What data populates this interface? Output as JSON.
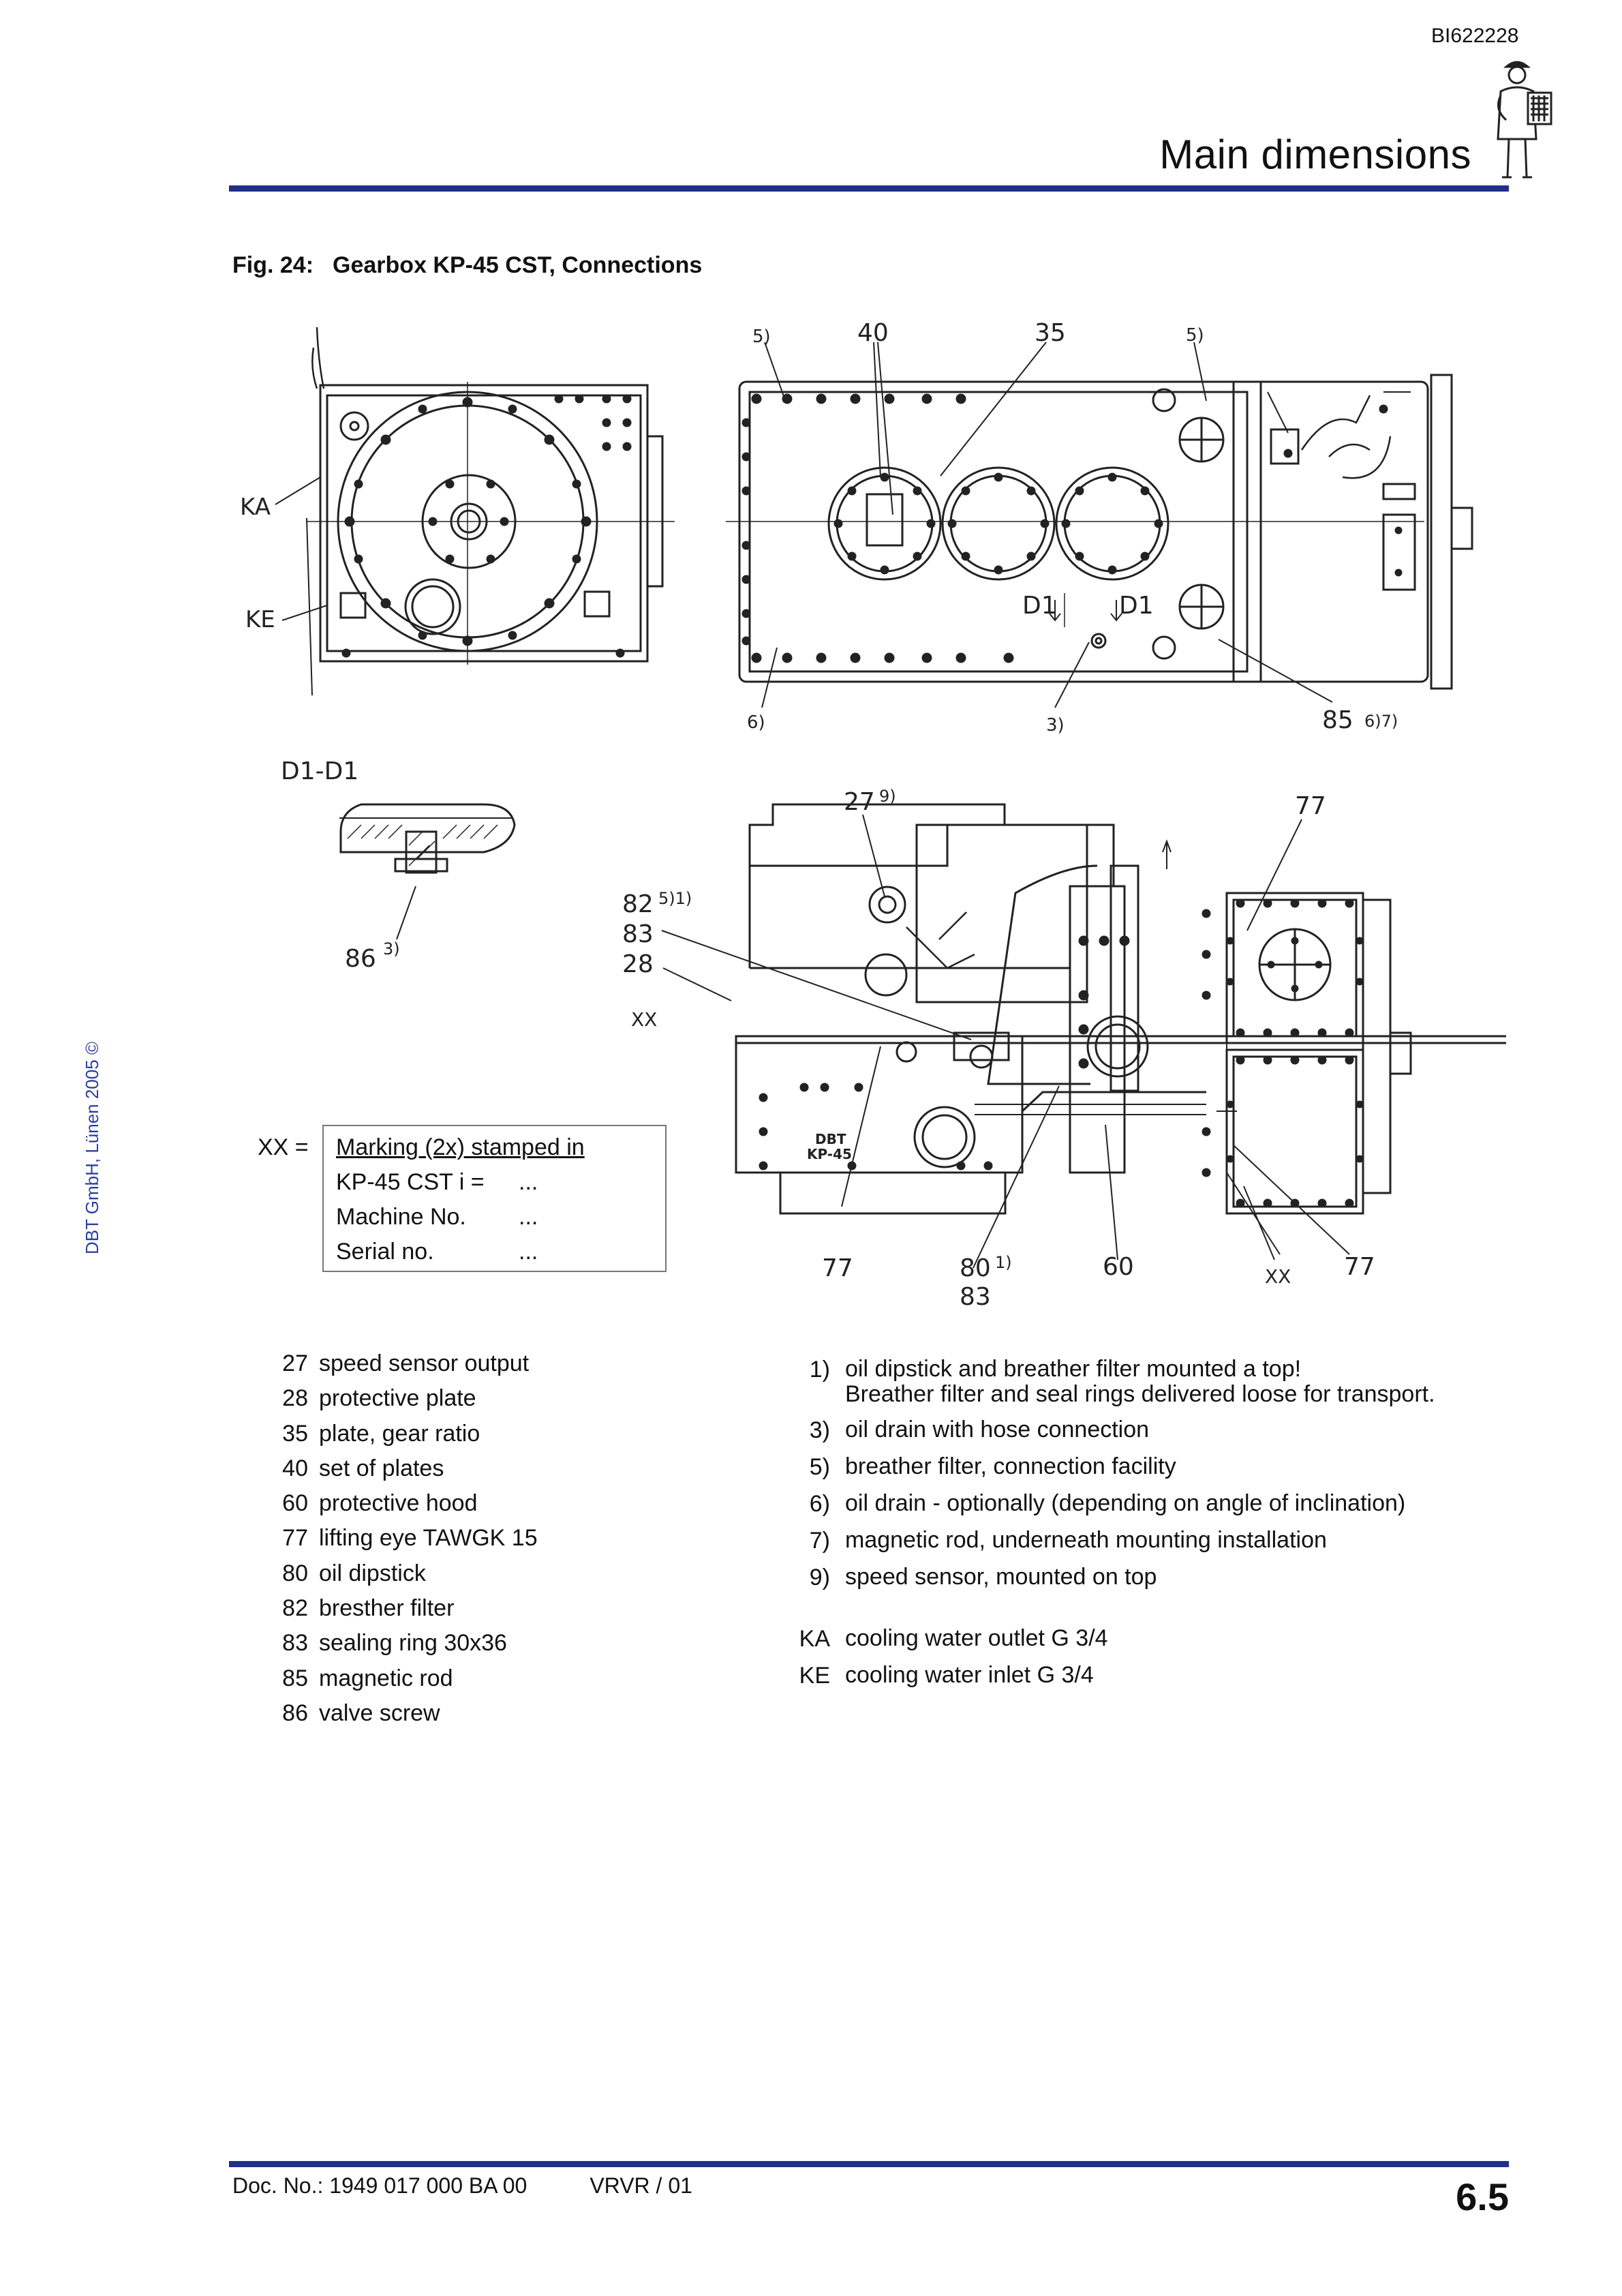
{
  "header": {
    "doc_id": "BI622228",
    "section_title": "Main dimensions"
  },
  "figure": {
    "number": "Fig. 24:",
    "caption": "Gearbox KP-45 CST, Connections",
    "callouts": {
      "c5a": "5)",
      "c40": "40",
      "c35": "35",
      "c5b": "5)",
      "ka": "KA",
      "ke": "KE",
      "d1a": "D1",
      "d1b": "D1",
      "c6": "6)",
      "c3": "3)",
      "c85": "85",
      "c67": "6)7)",
      "section": "D1-D1",
      "c86": "86",
      "c86s": "3)",
      "c27": "27",
      "c27s": "9)",
      "c77a": "77",
      "c82": "82",
      "c82s": "5)1)",
      "c83a": "83",
      "c28": "28",
      "cxx": "XX",
      "c77b": "77",
      "c80": "80",
      "c80s": "1)",
      "c83b": "83",
      "c60": "60",
      "cxx2": "XX",
      "c77c": "77",
      "logo1": "DBT",
      "logo2": "KP-45"
    }
  },
  "copyright": "DBT GmbH, Lünen 2005 ©",
  "marking": {
    "label": "XX =",
    "title": "Marking (2x) stamped in",
    "rows": [
      {
        "key": "KP-45 CST i =",
        "value": "..."
      },
      {
        "key": "Machine No.",
        "value": "..."
      },
      {
        "key": "Serial no.",
        "value": "..."
      }
    ]
  },
  "legend": [
    {
      "num": "27",
      "text": "speed sensor output"
    },
    {
      "num": "28",
      "text": "protective plate"
    },
    {
      "num": "35",
      "text": "plate, gear ratio"
    },
    {
      "num": "40",
      "text": "set of plates"
    },
    {
      "num": "60",
      "text": "protective hood"
    },
    {
      "num": "77",
      "text": "lifting eye TAWGK 15"
    },
    {
      "num": "80",
      "text": "oil dipstick"
    },
    {
      "num": "82",
      "text": "bresther filter"
    },
    {
      "num": "83",
      "text": "sealing ring 30x36"
    },
    {
      "num": "85",
      "text": "magnetic rod"
    },
    {
      "num": "86",
      "text": "valve screw"
    }
  ],
  "notes": [
    {
      "key": "1)",
      "line1": "oil dipstick and breather filter mounted a top!",
      "line2": "Breather filter and seal rings delivered loose for transport."
    },
    {
      "key": "3)",
      "line1": "oil drain with hose connection",
      "line2": ""
    },
    {
      "key": "5)",
      "line1": "breather filter, connection facility",
      "line2": ""
    },
    {
      "key": "6)",
      "line1": "oil drain - optionally (depending on angle of inclination)",
      "line2": ""
    },
    {
      "key": "7)",
      "line1": "magnetic rod, underneath mounting installation",
      "line2": ""
    },
    {
      "key": "9)",
      "line1": "speed sensor, mounted on top",
      "line2": ""
    }
  ],
  "cooling": [
    {
      "key": "KA",
      "text": "cooling water outlet G 3/4"
    },
    {
      "key": "KE",
      "text": "cooling water inlet G 3/4"
    }
  ],
  "footer": {
    "doc_no": "Doc. No.: 1949 017 000 BA 00",
    "revision": "VRVR / 01",
    "page": "6.5"
  }
}
